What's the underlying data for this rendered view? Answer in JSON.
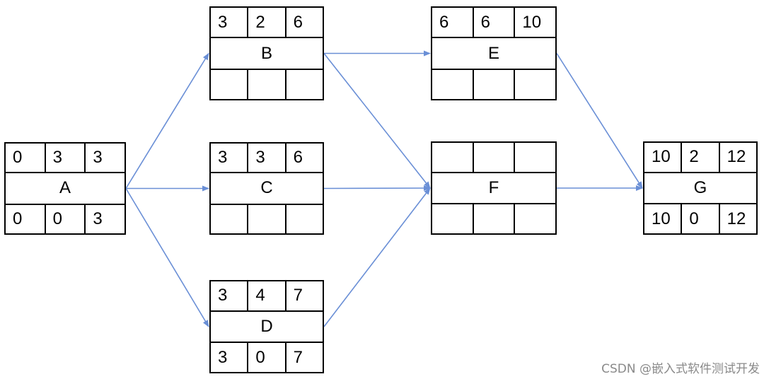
{
  "diagram": {
    "nodes": [
      {
        "id": "A",
        "label": "A",
        "es": "0",
        "dur": "3",
        "ef": "3",
        "ls": "0",
        "tf": "0",
        "lf": "3"
      },
      {
        "id": "B",
        "label": "B",
        "es": "3",
        "dur": "2",
        "ef": "6",
        "ls": "",
        "tf": "",
        "lf": ""
      },
      {
        "id": "C",
        "label": "C",
        "es": "3",
        "dur": "3",
        "ef": "6",
        "ls": "",
        "tf": "",
        "lf": ""
      },
      {
        "id": "D",
        "label": "D",
        "es": "3",
        "dur": "4",
        "ef": "7",
        "ls": "3",
        "tf": "0",
        "lf": "7"
      },
      {
        "id": "E",
        "label": "E",
        "es": "6",
        "dur": "6",
        "ef": "10",
        "ls": "",
        "tf": "",
        "lf": ""
      },
      {
        "id": "F",
        "label": "F",
        "es": "",
        "dur": "",
        "ef": "",
        "ls": "",
        "tf": "",
        "lf": ""
      },
      {
        "id": "G",
        "label": "G",
        "es": "10",
        "dur": "2",
        "ef": "12",
        "ls": "10",
        "tf": "0",
        "lf": "12"
      }
    ],
    "edges": [
      {
        "from": "A",
        "to": "B"
      },
      {
        "from": "A",
        "to": "C"
      },
      {
        "from": "A",
        "to": "D"
      },
      {
        "from": "B",
        "to": "E"
      },
      {
        "from": "B",
        "to": "F"
      },
      {
        "from": "C",
        "to": "F"
      },
      {
        "from": "D",
        "to": "F"
      },
      {
        "from": "E",
        "to": "G"
      },
      {
        "from": "F",
        "to": "G"
      }
    ],
    "arrow_color": "#6a8fd6"
  },
  "watermark": "CSDN @嵌入式软件测试开发"
}
